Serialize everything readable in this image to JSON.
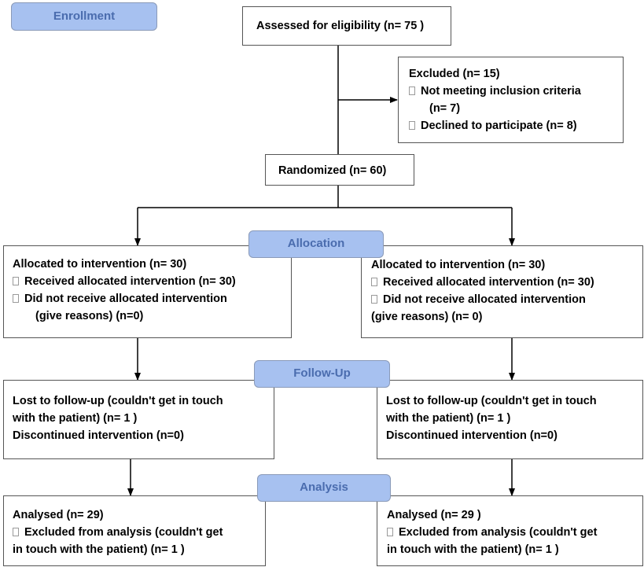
{
  "stages": {
    "enrollment": "Enrollment",
    "allocation": "Allocation",
    "follow_up": "Follow-Up",
    "analysis": "Analysis"
  },
  "assessed": "Assessed for eligibility (n= 75 )",
  "excluded": {
    "title": "Excluded  (n= 15)",
    "item1_line1": "Not meeting inclusion criteria",
    "item1_line2": "(n= 7)",
    "item2": "Declined to participate (n= 8)"
  },
  "randomized": "Randomized (n= 60)",
  "allocation_left": {
    "title": "Allocated to intervention (n= 30)",
    "received": "Received allocated intervention (n= 30)",
    "not_received": "Did not receive allocated intervention",
    "reasons": "(give reasons) (n=0)"
  },
  "allocation_right": {
    "title": "Allocated to intervention (n= 30)",
    "received": "Received allocated intervention (n= 30)",
    "not_received": "Did not receive allocated intervention",
    "reasons": "(give reasons) (n= 0)"
  },
  "followup_left": {
    "line1": "Lost to follow-up (couldn't get in touch",
    "line2": "with the patient) (n= 1 )",
    "line3": "Discontinued intervention (n=0)"
  },
  "followup_right": {
    "line1": "Lost to follow-up (couldn't get in touch",
    "line2": "with the patient) (n= 1 )",
    "line3": "Discontinued intervention (n=0)"
  },
  "analysis_left": {
    "title": "Analysed  (n= 29)",
    "excluded_line1": "Excluded from analysis (couldn't get",
    "excluded_line2": "in touch with the patient) (n= 1 )"
  },
  "analysis_right": {
    "title": "Analysed  (n= 29 )",
    "excluded_line1": "Excluded from analysis (couldn't get",
    "excluded_line2": "in touch with the patient) (n= 1 )"
  },
  "colors": {
    "stage_fill": "#a7c1f0",
    "stage_text": "#4a6cae",
    "box_border": "#555555",
    "connector": "#000000"
  }
}
